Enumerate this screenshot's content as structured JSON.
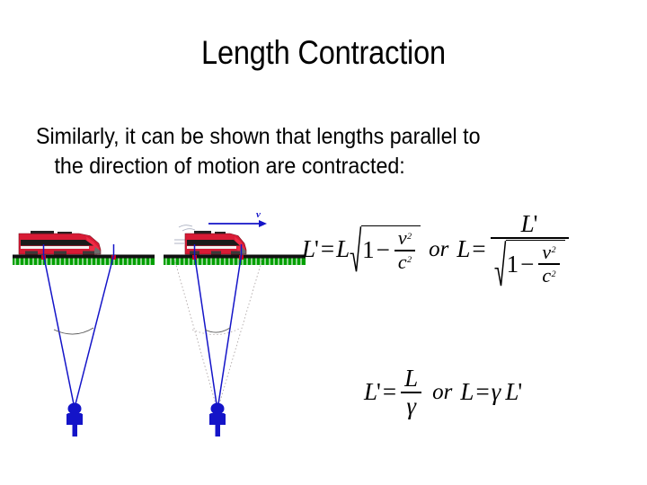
{
  "slide": {
    "title": "Length Contraction",
    "background_color": "#ffffff",
    "text_color": "#000000"
  },
  "body": {
    "line_1": "Similarly, it can be shown that lengths parallel to",
    "line_2": "the direction of motion are contracted:"
  },
  "diagram": {
    "left_panel": {
      "caption": "rest-frame train at full length observed from below",
      "train_color": "#d81b35",
      "train_dark": "#1a1a1a",
      "train_gray": "#b8b8b8",
      "track_color": "#111111",
      "ballast_color": "#00a000",
      "sightline_color": "#1414c8",
      "endpoint_color": "#cc0022",
      "observer_color": "#1414c8",
      "arc_color": "#555555"
    },
    "right_panel": {
      "caption": "moving train contracted with velocity arrow",
      "velocity_label": "v",
      "velocity_arrow_color": "#1414c8",
      "ghost_line_color": "#b0a8a8",
      "motion_line_color": "#9aa0b4"
    }
  },
  "equations": {
    "eq1": {
      "lhs_var": "L",
      "lhs_prime": "'",
      "equals": "=",
      "rhs_var": "L",
      "radicand_one": "1",
      "minus": "−",
      "num_var": "v",
      "den_var": "c",
      "exponent": "2",
      "connector": "or",
      "second_lhs": "L",
      "second_equals": "=",
      "second_num_var": "L",
      "second_num_prime": "'"
    },
    "eq2": {
      "lhs_var": "L",
      "lhs_prime": "'",
      "equals": "=",
      "num_var": "L",
      "den_var": "γ",
      "connector": "or",
      "second_lhs": "L",
      "second_equals": "=",
      "gamma": "γ",
      "second_rhs_var": "L",
      "second_rhs_prime": "'"
    }
  }
}
